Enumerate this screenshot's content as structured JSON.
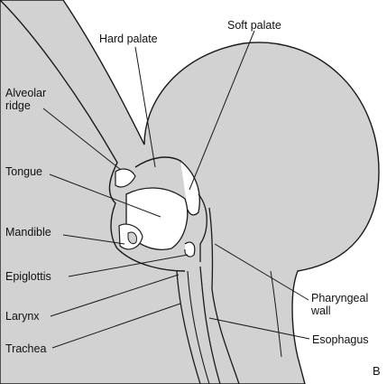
{
  "colors": {
    "fill": "#d2d2d2",
    "line": "#1a1a1a",
    "background": "#ffffff"
  },
  "labels": {
    "hard_palate": "Hard palate",
    "soft_palate": "Soft palate",
    "alveolar_ridge_1": "Alveolar",
    "alveolar_ridge_2": "ridge",
    "tongue": "Tongue",
    "mandible": "Mandible",
    "epiglottis": "Epiglottis",
    "larynx": "Larynx",
    "trachea": "Trachea",
    "pharyngeal_wall_1": "Pharyngeal",
    "pharyngeal_wall_2": "wall",
    "esophagus": "Esophagus",
    "panel_letter": "B"
  }
}
